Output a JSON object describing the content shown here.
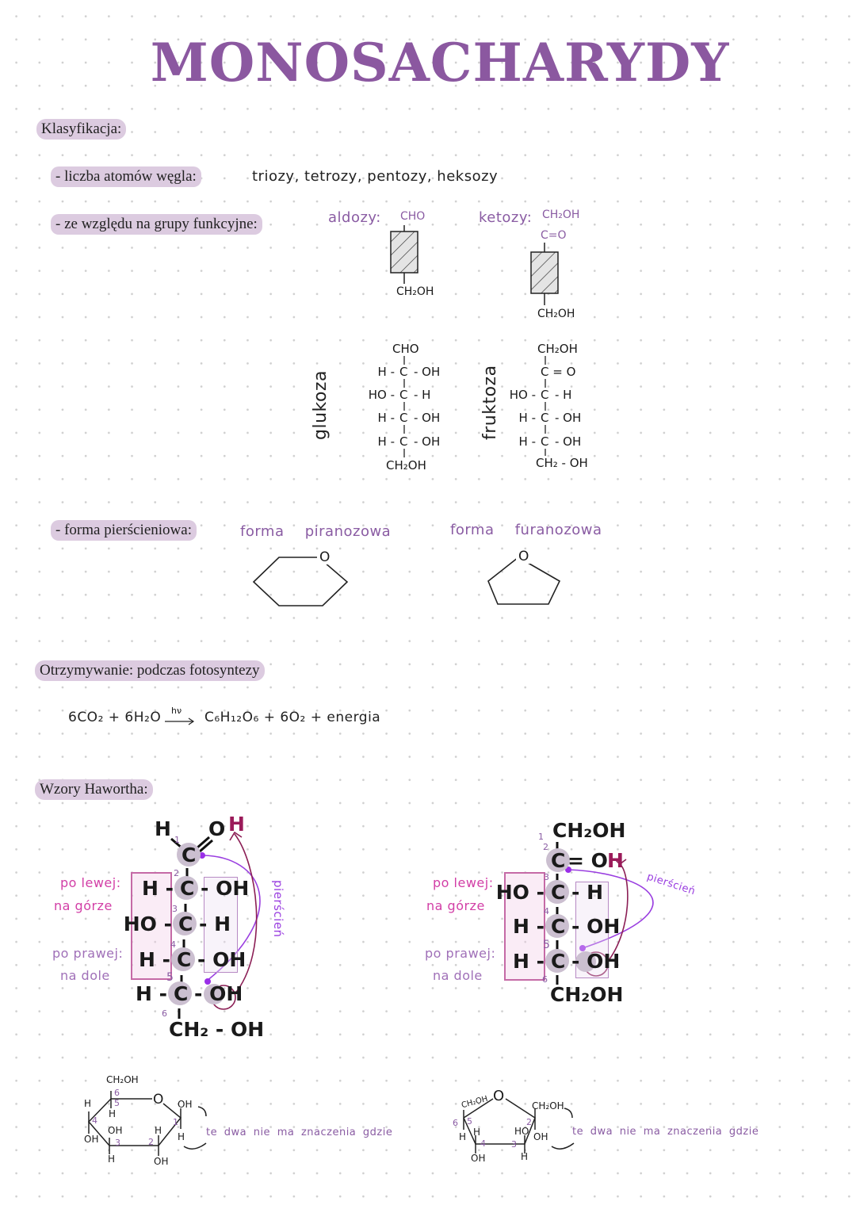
{
  "title": "MONOSACHARYDY",
  "classification": {
    "heading": "Klasyfikacja:",
    "carbon_label": "- liczba atomów węgla:",
    "carbon_value": "triozy, tetrozy, pentozy, heksozy",
    "groups_label": "- ze względu na grupy funkcyjne:",
    "aldoses_label": "aldozy:",
    "aldose": {
      "top": "CHO",
      "bottom": "CH₂OH"
    },
    "ketoses_label": "ketozy:",
    "ketose": {
      "top": "CH₂OH",
      "mid": "C=O",
      "bottom": "CH₂OH"
    },
    "glucose": {
      "name": "glukoza",
      "top": "CHO",
      "rows": [
        [
          "H -",
          "C",
          "- OH"
        ],
        [
          "HO -",
          "C",
          "- H"
        ],
        [
          "H -",
          "C",
          "- OH"
        ],
        [
          "H -",
          "C",
          "- OH"
        ]
      ],
      "bottom": "CH₂OH"
    },
    "fructose": {
      "name": "fruktoza",
      "top": "CH₂OH",
      "mid": "C = O",
      "rows": [
        [
          "HO -",
          "C",
          "- H"
        ],
        [
          "H -",
          "C",
          "- OH"
        ],
        [
          "H -",
          "C",
          "- OH"
        ]
      ],
      "bottom": "CH₂ - OH"
    },
    "ring_label": "- forma pierścieniowa:",
    "pyranose_label": "forma piranozowa",
    "furanose_label": "forma furanozowa",
    "ring_oxygen": "O"
  },
  "obtaining": {
    "heading": "Otrzymywanie: podczas fotosyntezy",
    "equation_left": "6CO₂ + 6H₂O",
    "arrow_label": "hν",
    "equation_right": "C₆H₁₂O₆ + 6O₂ + energia"
  },
  "haworth": {
    "heading": "Wzory Hawortha:",
    "note_left_1": "po lewej:",
    "note_left_2": "na górze",
    "note_right_1": "po prawej:",
    "note_right_2": "na dole",
    "ring_word": "pierścień",
    "glucose": {
      "top_h": "H",
      "top_o": "O",
      "top_oh_h": "H",
      "c1": "C",
      "rows": [
        [
          "H -",
          "C",
          "- OH"
        ],
        [
          "HO -",
          "C",
          "- H"
        ],
        [
          "H -",
          "C",
          "- OH"
        ],
        [
          "H -",
          "C",
          "- OH"
        ]
      ],
      "bottom": "CH₂ - OH",
      "numbers": [
        "1",
        "2",
        "3",
        "4",
        "5",
        "6"
      ]
    },
    "fructose": {
      "top": "CH₂OH",
      "c2": "C",
      "c2_right": "= O",
      "c2_h": "H",
      "rows": [
        [
          "HO -",
          "C",
          "- H"
        ],
        [
          "H -",
          "C",
          "- OH"
        ],
        [
          "H -",
          "C",
          "- OH"
        ]
      ],
      "bottom": "CH₂OH",
      "numbers": [
        "1",
        "2",
        "3",
        "4",
        "5",
        "6"
      ]
    },
    "pyranose_ring": {
      "ch2oh": "CH₂OH",
      "o": "O",
      "c1_up": "OH",
      "c1_down": "H",
      "c2_up": "H",
      "c2_down": "OH",
      "c3_up": "OH",
      "c3_down": "H",
      "c4_up": "H",
      "c4_down": "OH",
      "c5_down": "H",
      "numbers": [
        "1",
        "2",
        "3",
        "4",
        "5",
        "6"
      ]
    },
    "furanose_ring": {
      "c5_up": "CH₂OH",
      "o": "O",
      "c2_up": "CH₂OH",
      "c2_down": "OH",
      "c3_up": "HO",
      "c3_down": "H",
      "c4_up": "H",
      "c4_down": "OH",
      "c5_down": "H",
      "numbers": [
        "2",
        "3",
        "4",
        "5",
        "6"
      ]
    },
    "anomer_note": "te dwa nie ma znaczenia gdzie"
  }
}
